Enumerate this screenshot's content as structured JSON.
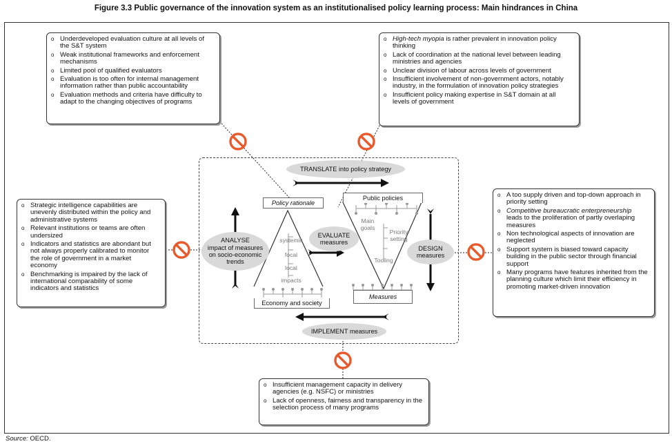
{
  "figure": {
    "title": "Figure 3.3 Public governance of the innovation system as an institutionalised policy learning process: Main hindrances in China",
    "source_label": "Source:",
    "source_value": "OECD."
  },
  "colors": {
    "prohibition": "#e85a2c",
    "ellipse_fill": "#d9d9d9",
    "line": "#222222"
  },
  "cycle": {
    "translate": "TRANSLATE into policy strategy",
    "analyse": [
      "ANALYSE",
      "impact of measures",
      "on socio-economic",
      "trends"
    ],
    "evaluate": [
      "EVALUATE",
      "measures"
    ],
    "design": [
      "DESIGN",
      "measures"
    ],
    "implement": "IMPLEMENT measures",
    "policy_rationale": "Policy rationale",
    "public_policies": "Public policies",
    "measures": "Measures",
    "economy_society": "Economy and society",
    "left_triangle": [
      "systemic",
      "focal",
      "local",
      "impacts"
    ],
    "right_triangle": {
      "main_goals": [
        "Main",
        "goals"
      ],
      "priority": [
        "Priority",
        "setting"
      ],
      "tooling": "Tooling"
    }
  },
  "boxes": {
    "top_left": [
      "Underdeveloped evaluation culture at all levels of the S&T system",
      "Weak institutional frameworks and enforcement mechanisms",
      "Limited pool of qualified evaluators",
      "Evaluation is too often for internal management information rather than public accountability",
      "Evaluation methods and criteria have difficulty to adapt to the changing objectives of programs"
    ],
    "top_right": {
      "first_italic": "High-tech myopia",
      "first_rest": " is rather prevalent in innovation policy thinking",
      "items": [
        "Lack of coordination at the national level between leading ministries and agencies",
        "Unclear division of labour across levels of government",
        "Insufficient involvement of non-government actors, notably industry, in the formulation of innovation policy strategies",
        "Insufficient policy making expertise in S&T domain at all levels of government"
      ]
    },
    "left": [
      "Strategic intelligence capabilities are unevenly distributed within the policy and administrative systems",
      "Relevant institutions or teams are often undersized",
      "Indicators and statistics are abondant but not always properly calibrated to monitor the role of government in a market economy",
      "Benchmarking is impaired by the lack of international comparability of some indicators and statistics"
    ],
    "right": {
      "item1": "A too supply driven and top-down approach in priority setting",
      "item2_italic": "Competitive bureaucratic enterpreneurship",
      "item2_rest": " leads to the proliferation of partly overlaping measures",
      "items": [
        "Non technological aspects of innovation are neglected",
        "Support system is biased toward capacity building in the public sector through financial support",
        "Many programs have features inherited from the planning culture which limit their efficiency in promoting market-driven innovation"
      ]
    },
    "bottom": [
      "Insufficient management capacity in delivery agencies (e.g. NSFC) or ministries",
      "Lack of openness, fairness and transparency in the selection process of many programs"
    ]
  },
  "bullet": "o"
}
